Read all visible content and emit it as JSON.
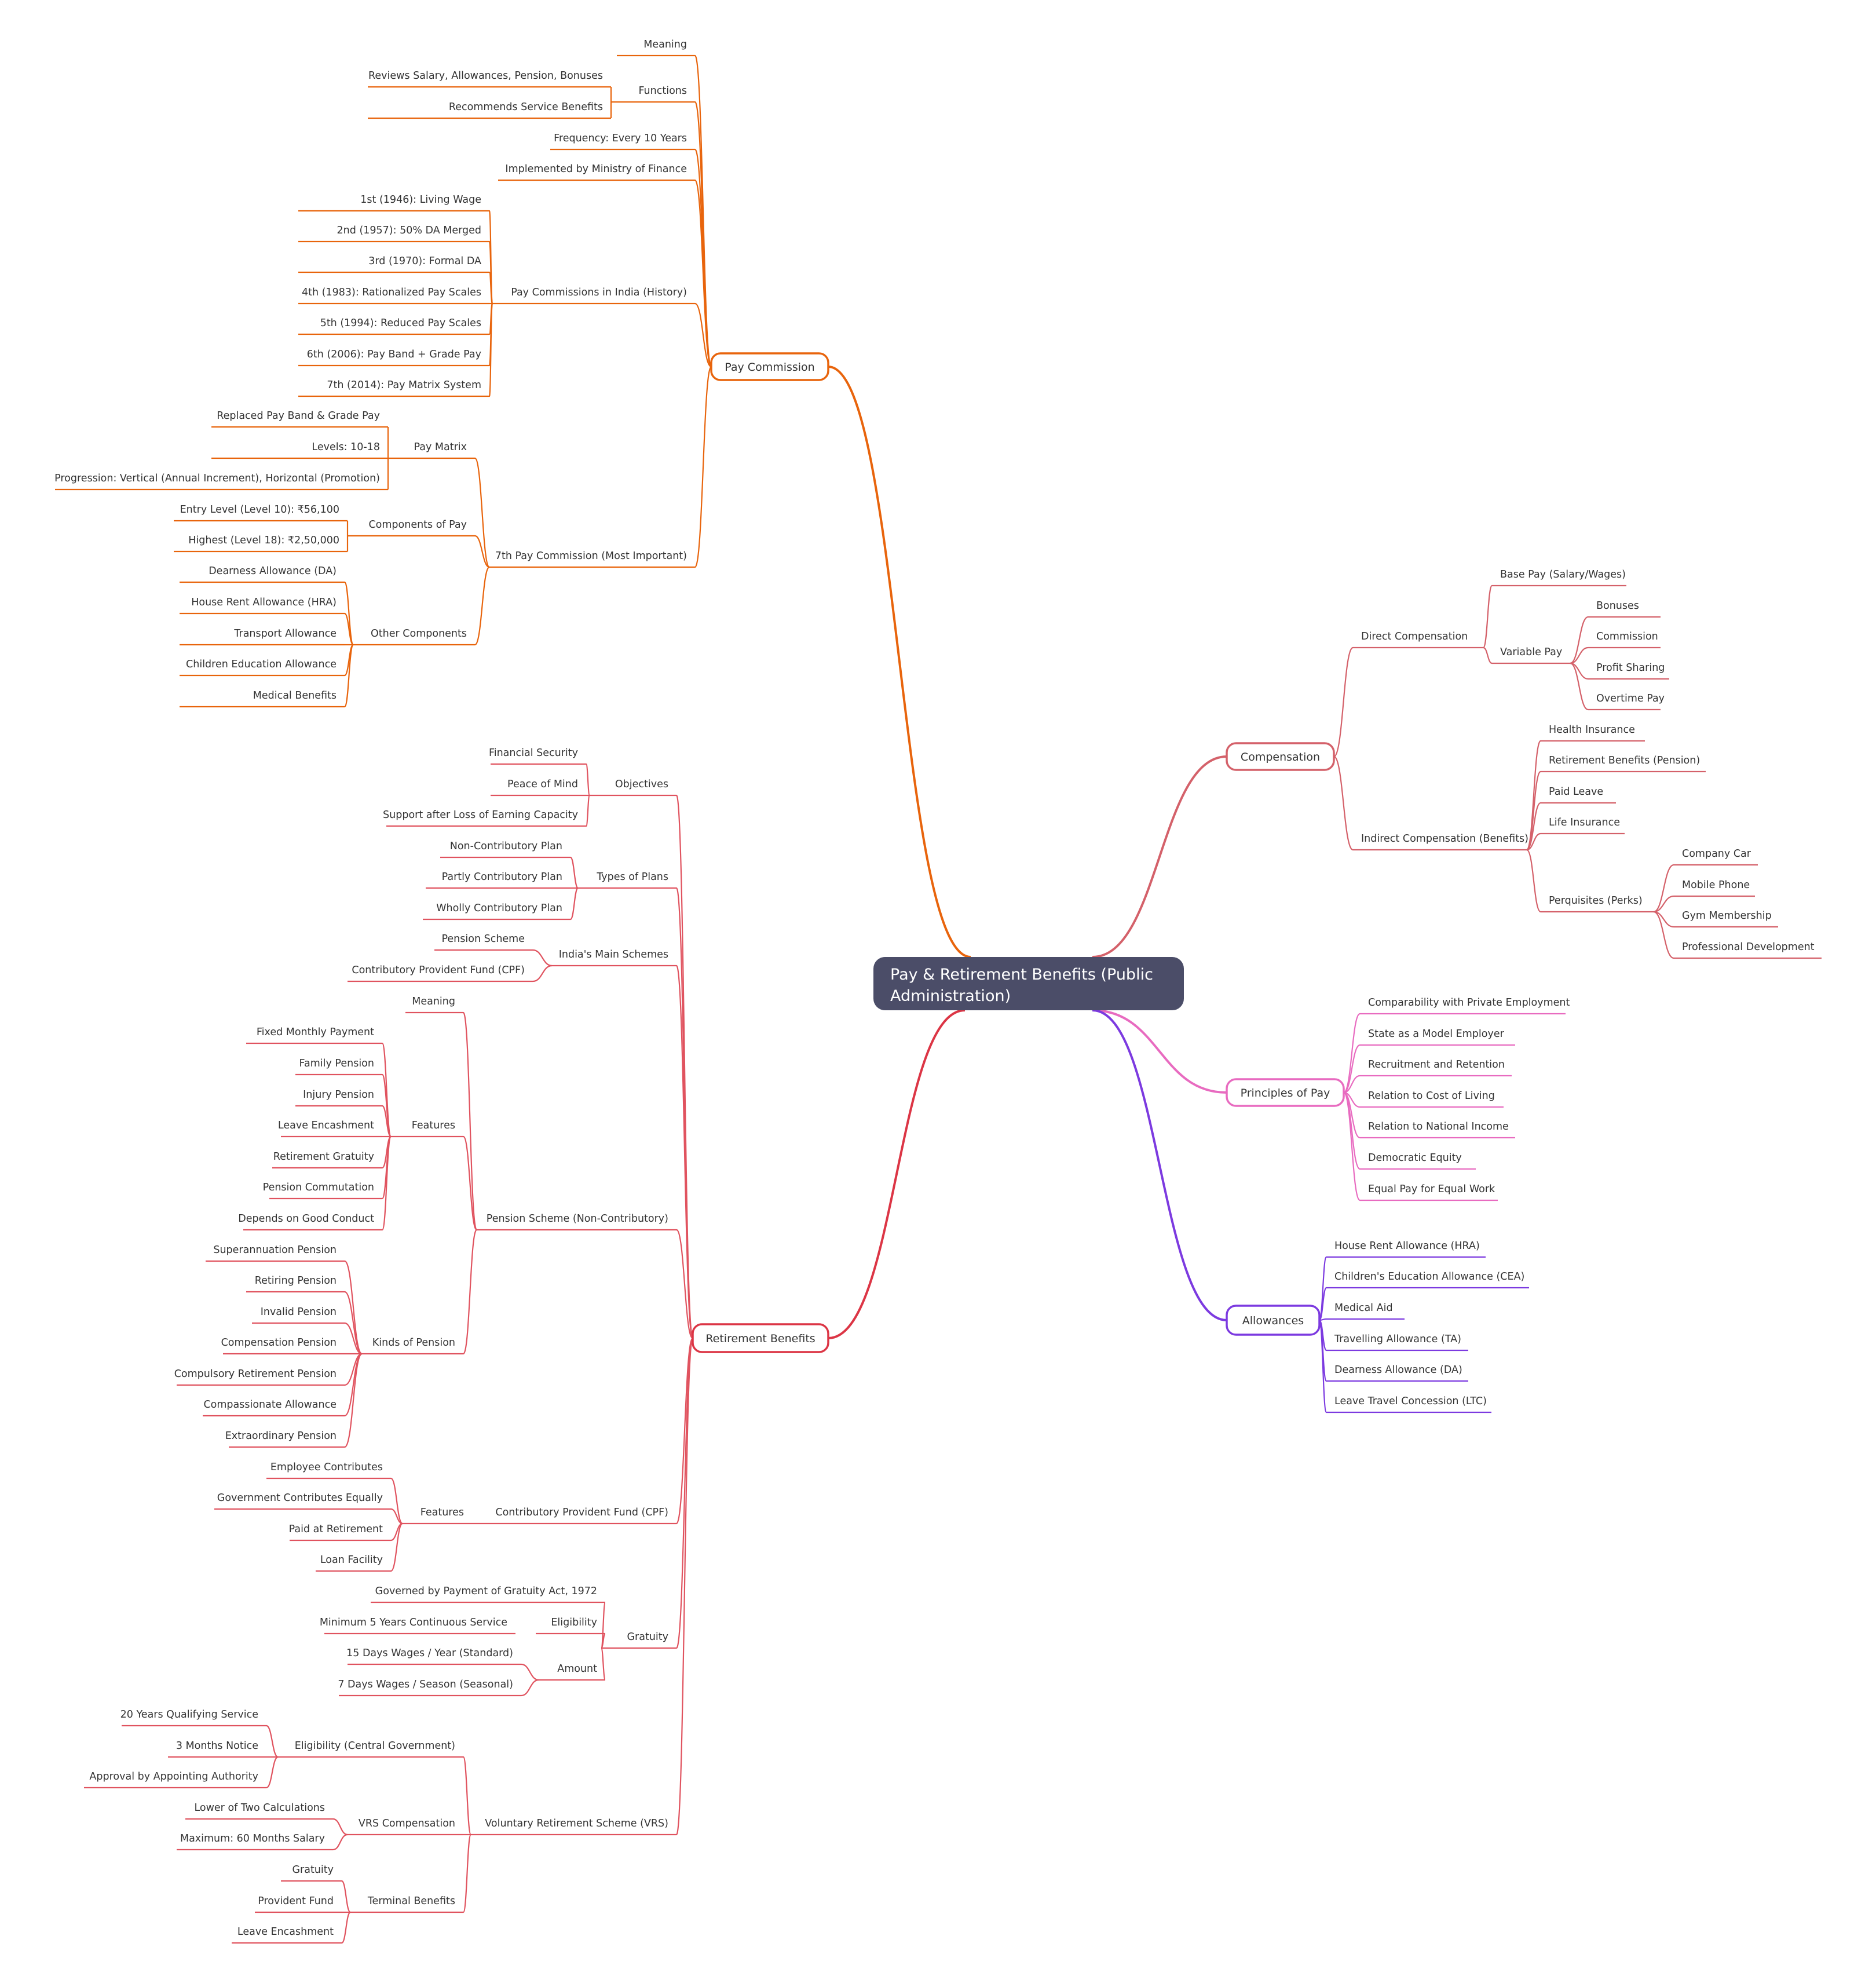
{
  "root": {
    "title_line1": "Pay & Retirement Benefits (Public",
    "title_line2": "Administration)"
  },
  "colors": {
    "root_bg": "#4b4d68",
    "pay_commission": "#e8640c",
    "compensation": "#d4616a",
    "principles": "#e86bc0",
    "allowances": "#7c3ae0",
    "retirement": "#dc3545",
    "retirement_leaf": "#e0535f"
  },
  "branches": {
    "pay_commission": {
      "label": "Pay Commission",
      "meaning": "Meaning",
      "functions": "Functions",
      "functions_items": [
        "Reviews Salary, Allowances, Pension, Bonuses",
        "Recommends Service Benefits"
      ],
      "frequency": "Frequency: Every 10 Years",
      "implemented": "Implemented by Ministry of Finance",
      "history": "Pay Commissions in India (History)",
      "history_items": [
        "1st (1946): Living Wage",
        "2nd (1957): 50% DA Merged",
        "3rd (1970): Formal DA",
        "4th (1983): Rationalized Pay Scales",
        "5th (1994): Reduced Pay Scales",
        "6th (2006): Pay Band + Grade Pay",
        "7th (2014): Pay Matrix System"
      ],
      "seventh": "7th Pay Commission (Most Important)",
      "pay_matrix": "Pay Matrix",
      "pay_matrix_items": [
        "Replaced Pay Band & Grade Pay",
        "Levels: 10-18",
        "Progression: Vertical (Annual Increment), Horizontal (Promotion)"
      ],
      "components": "Components of Pay",
      "components_items": [
        "Entry Level (Level 10): ₹56,100",
        "Highest (Level 18): ₹2,50,000"
      ],
      "other": "Other Components",
      "other_items": [
        "Dearness Allowance (DA)",
        "House Rent Allowance (HRA)",
        "Transport Allowance",
        "Children Education Allowance",
        "Medical Benefits"
      ]
    },
    "compensation": {
      "label": "Compensation",
      "direct": "Direct Compensation",
      "base_pay": "Base Pay (Salary/Wages)",
      "variable": "Variable Pay",
      "variable_items": [
        "Bonuses",
        "Commission",
        "Profit Sharing",
        "Overtime Pay"
      ],
      "indirect": "Indirect Compensation (Benefits)",
      "indirect_items": [
        "Health Insurance",
        "Retirement Benefits (Pension)",
        "Paid Leave",
        "Life Insurance"
      ],
      "perks": "Perquisites (Perks)",
      "perks_items": [
        "Company Car",
        "Mobile Phone",
        "Gym Membership",
        "Professional Development"
      ]
    },
    "principles": {
      "label": "Principles of Pay",
      "items": [
        "Comparability with Private Employment",
        "State as a Model Employer",
        "Recruitment and Retention",
        "Relation to Cost of Living",
        "Relation to National Income",
        "Democratic Equity",
        "Equal Pay for Equal Work"
      ]
    },
    "allowances": {
      "label": "Allowances",
      "items": [
        "House Rent Allowance (HRA)",
        "Children's Education Allowance (CEA)",
        "Medical Aid",
        "Travelling Allowance (TA)",
        "Dearness Allowance (DA)",
        "Leave Travel Concession (LTC)"
      ]
    },
    "retirement": {
      "label": "Retirement Benefits",
      "objectives": "Objectives",
      "objectives_items": [
        "Financial Security",
        "Peace of Mind",
        "Support after Loss of Earning Capacity"
      ],
      "types": "Types of Plans",
      "types_items": [
        "Non-Contributory Plan",
        "Partly Contributory Plan",
        "Wholly Contributory Plan"
      ],
      "schemes": "India's Main Schemes",
      "schemes_items": [
        "Pension Scheme",
        "Contributory Provident Fund (CPF)"
      ],
      "pension": "Pension Scheme (Non-Contributory)",
      "pension_meaning": "Meaning",
      "pension_features": "Features",
      "pension_features_items": [
        "Fixed Monthly Payment",
        "Family Pension",
        "Injury Pension",
        "Leave Encashment",
        "Retirement Gratuity",
        "Pension Commutation",
        "Depends on Good Conduct"
      ],
      "kinds": "Kinds of Pension",
      "kinds_items": [
        "Superannuation Pension",
        "Retiring Pension",
        "Invalid Pension",
        "Compensation Pension",
        "Compulsory Retirement Pension",
        "Compassionate Allowance",
        "Extraordinary Pension"
      ],
      "cpf": "Contributory Provident Fund (CPF)",
      "cpf_features": "Features",
      "cpf_features_items": [
        "Employee Contributes",
        "Government Contributes Equally",
        "Paid at Retirement",
        "Loan Facility"
      ],
      "gratuity": "Gratuity",
      "gratuity_act": "Governed by Payment of Gratuity Act, 1972",
      "eligibility": "Eligibility",
      "eligibility_item": "Minimum 5 Years Continuous Service",
      "amount": "Amount",
      "amount_items": [
        "15 Days Wages / Year (Standard)",
        "7 Days Wages / Season (Seasonal)"
      ],
      "vrs": "Voluntary Retirement Scheme (VRS)",
      "vrs_elig": "Eligibility (Central Government)",
      "vrs_elig_items": [
        "20 Years Qualifying Service",
        "3 Months Notice",
        "Approval by Appointing Authority"
      ],
      "vrs_comp": "VRS Compensation",
      "vrs_comp_items": [
        "Lower of Two Calculations",
        "Maximum: 60 Months Salary"
      ],
      "terminal": "Terminal Benefits",
      "terminal_items": [
        "Gratuity",
        "Provident Fund",
        "Leave Encashment"
      ]
    }
  }
}
